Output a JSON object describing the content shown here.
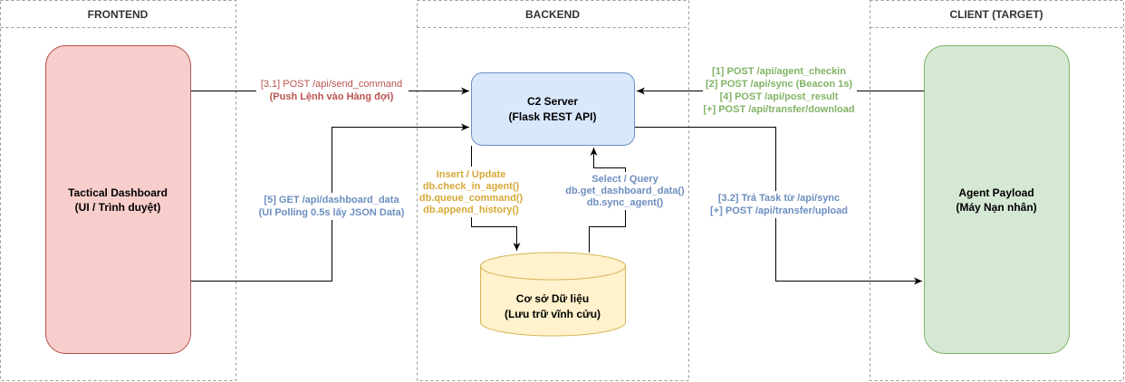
{
  "zones": {
    "frontend": "FRONTEND",
    "backend": "BACKEND",
    "client": "CLIENT (TARGET)"
  },
  "nodes": {
    "dashboard": [
      "Tactical Dashboard",
      "(UI / Trình duyệt)"
    ],
    "server": [
      "C2 Server",
      "(Flask REST API)"
    ],
    "database": [
      "Cơ sở Dữ liệu",
      "(Lưu trữ vĩnh cửu)"
    ],
    "agent": [
      "Agent Payload",
      "(Máy Nạn nhân)"
    ]
  },
  "edges": {
    "send_command": [
      "[3.1] POST /api/send_command",
      "(Push Lệnh vào Hàng đợi)"
    ],
    "dashboard_data": [
      "[5] GET /api/dashboard_data",
      "(UI Polling 0.5s lấy JSON Data)"
    ],
    "db_write": [
      "Insert / Update",
      "db.check_in_agent()",
      "db.queue_command()",
      "db.append_history()"
    ],
    "db_read": [
      "Select / Query",
      "db.get_dashboard_data()",
      "db.sync_agent()"
    ],
    "agent_requests": [
      "[1] POST /api/agent_checkin",
      "[2] POST /api/sync (Beacon 1s)",
      "[4] POST /api/post_result",
      "[+] POST /api/transfer/download"
    ],
    "server_response": [
      "[3.2] Trả Task từ /api/sync",
      "[+] POST /api/transfer/upload"
    ]
  },
  "colors": {
    "red_fill": "#f8cecc",
    "red_stroke": "#b85450",
    "red_text": "#b85450",
    "blue_fill": "#dae8fc",
    "blue_stroke": "#6c8ebf",
    "blue_text": "#6c8ebf",
    "green_fill": "#d5e8d4",
    "green_stroke": "#82b366",
    "green_text": "#82b366",
    "yellow_fill": "#fff2cc",
    "yellow_stroke": "#d6b656",
    "yellow_text": "#d6a936",
    "zone_stroke": "#999999"
  }
}
